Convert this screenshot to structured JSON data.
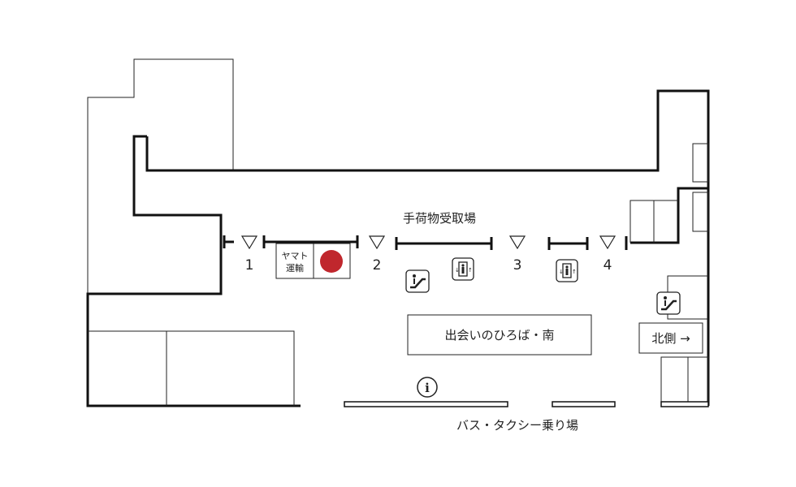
{
  "map": {
    "baggage_claim_label": "手荷物受取場",
    "meeting_area_label": "出会いのひろば・南",
    "bus_taxi_label": "バス・タクシー乗り場",
    "north_side_label": "北側 →",
    "yamato_label_line1": "ヤマト",
    "yamato_label_line2": "運輸",
    "exits": [
      "1",
      "2",
      "3",
      "4"
    ],
    "colors": {
      "marker": "#c0272d",
      "line": "#111111"
    },
    "icons": [
      "escalator-icon",
      "elevator-icon",
      "information-icon",
      "exit-triangle-icon",
      "current-location-icon"
    ]
  }
}
